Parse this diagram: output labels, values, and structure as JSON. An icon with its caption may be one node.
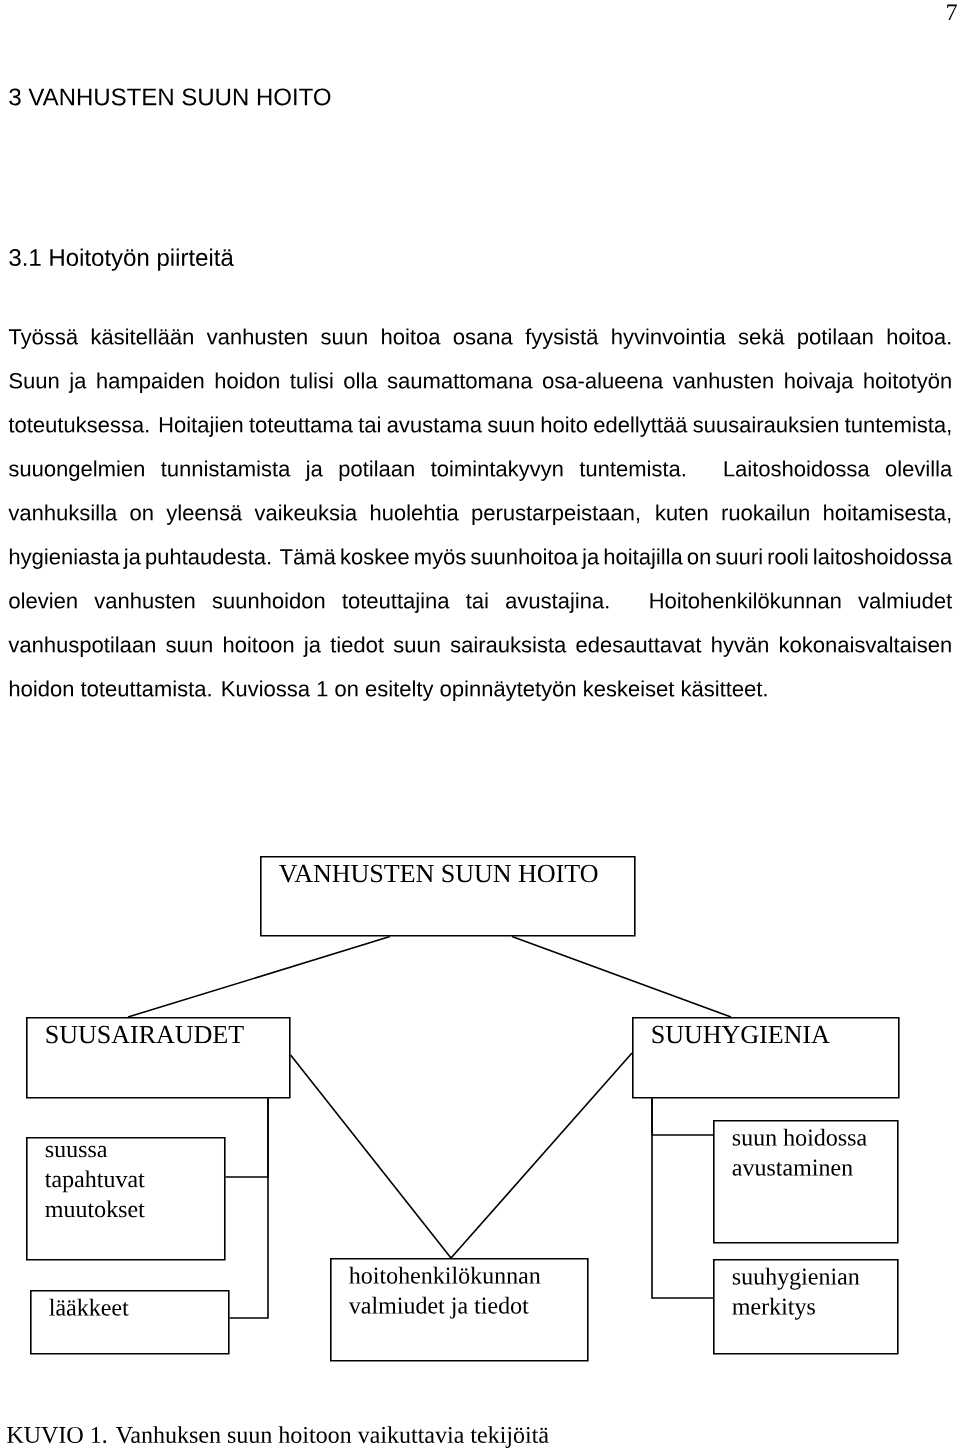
{
  "diagram": {
    "caption": "KUVIO 1. Vanhuksen suun hoitoon vaikuttavia tekijöitä",
    "nodes": [
      {
        "text": [
          "VANHUSTEN SUUN HOITO"
        ]
      },
      {
        "text": [
          "SUUSAIRAUDET"
        ]
      },
      {
        "text": [
          "SUUHYGIENIA"
        ]
      },
      {
        "text": [
          "suussa tapahtuvat muutokset"
        ]
      },
      {
        "text": [
          "lääkkeet"
        ]
      },
      {
        "text": [
          "hoitohenkilökunnan valmiudet ja tiedot"
        ]
      },
      {
        "text": [
          "suun hoidossa avustaminen"
        ]
      },
      {
        "text": [
          "suuhygienian merkitys"
        ]
      }
    ],
    "edges": [
      {
        "from": 0,
        "to": 1,
        "arrow": "none"
      },
      {
        "from": 0,
        "to": 2,
        "arrow": "none"
      },
      {
        "from": 1,
        "to": 3,
        "arrow": "none"
      },
      {
        "from": 1,
        "to": 4,
        "arrow": "none"
      },
      {
        "from": 1,
        "to": 5,
        "arrow": "none"
      },
      {
        "from": 2,
        "to": 5,
        "arrow": "none"
      },
      {
        "from": 2,
        "to": 6,
        "arrow": "none"
      },
      {
        "from": 2,
        "to": 7,
        "arrow": "none"
      }
    ],
    "labels": [
      "7",
      "3 VANHUSTEN SUUN HOITO",
      "3.1 Hoitotyön piirteitä",
      "Työssä käsitellään vanhusten suun hoitoa osana fyysistä hyvinvointia sekä potilaan hoitoa. Suun ja hampaiden hoidon tulisi olla saumattomana osa-alueena vanhusten hoivaja hoitotyön toteutuksessa. Hoitajien toteuttama tai avustama suun hoito edellyttää suusairauksien tuntemista, suuongelmien tunnistamista ja potilaan toimintakyvyn tuntemista. Laitoshoidossa olevilla vanhuksilla on yleensä vaikeuksia huolehtia perustarpeistaan, kuten ruokailun hoitamisesta, hygieniasta ja puhtaudesta. Tämä koskee myös suunhoitoa ja hoitajilla on suuri rooli laitoshoidossa olevien vanhusten suunhoidon toteuttajina tai avustajina. Hoitohenkilökunnan valmiudet vanhuspotilaan suun hoitoon ja tiedot suun sairauksista edesauttavat hyvän kokonaisvaltaisen hoidon toteuttamista. Kuviossa 1 on esitelty opinnäytetyön keskeiset käsitteet."
    ]
  }
}
